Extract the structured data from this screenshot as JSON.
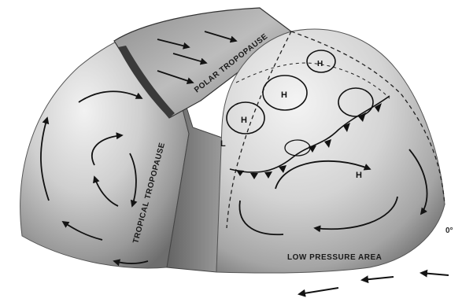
{
  "diagram": {
    "labels": {
      "polar_tropopause": "POLAR TROPOPAUSE",
      "tropical_tropopause": "TROPICAL TROPOPAUSE",
      "low_pressure_area": "LOW PRESSURE AREA",
      "equator": "0°"
    },
    "pressure_markers": {
      "high": "H",
      "low": "L"
    }
  }
}
